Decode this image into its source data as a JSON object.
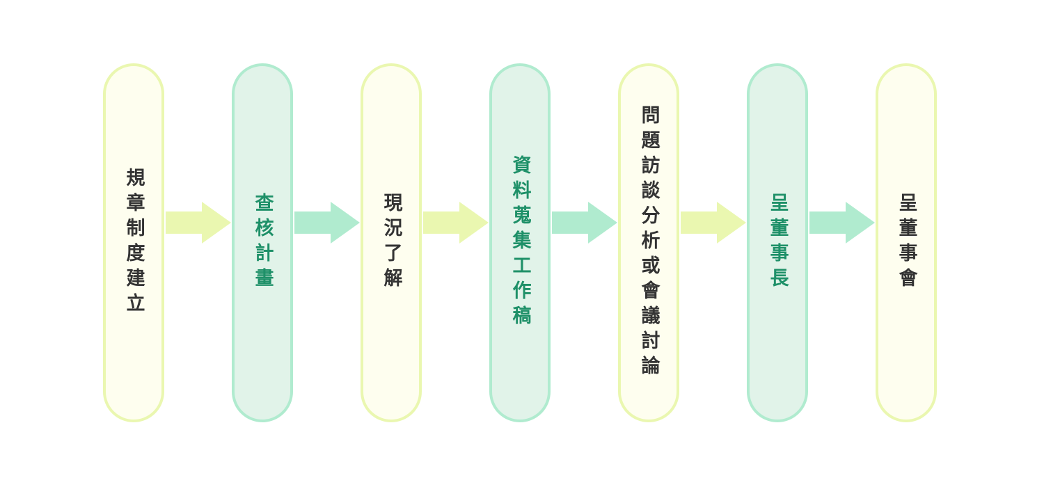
{
  "diagram": {
    "type": "horizontal-process-flow",
    "colors": {
      "yellow_fill": "#fefeef",
      "yellow_border": "#eaf7b0",
      "yellow_arrow": "#eaf7b0",
      "yellow_text": "#333333",
      "green_fill": "#e1f3e9",
      "green_border": "#b0ebcf",
      "green_arrow": "#b0ebcf",
      "green_text": "#1e9068"
    },
    "steps": [
      {
        "label": "規章制度建立",
        "theme": "yellow"
      },
      {
        "label": "查核計畫",
        "theme": "green"
      },
      {
        "label": "現況了解",
        "theme": "yellow"
      },
      {
        "label": "資料蒐集工作稿",
        "theme": "green"
      },
      {
        "label": "問題訪談分析或會議討論",
        "theme": "yellow"
      },
      {
        "label": "呈董事長",
        "theme": "green"
      },
      {
        "label": "呈董事會",
        "theme": "yellow"
      }
    ]
  }
}
